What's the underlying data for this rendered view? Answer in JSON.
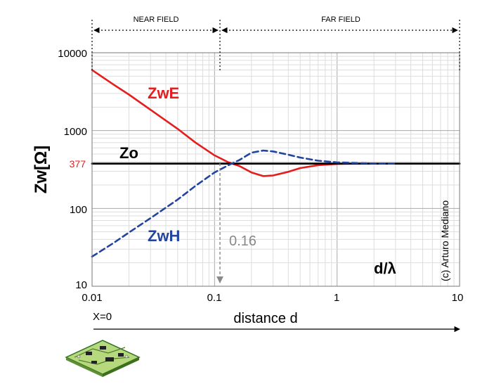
{
  "chart_data": {
    "type": "line",
    "x_scale": "log",
    "y_scale": "log",
    "xlim": [
      0.01,
      10
    ],
    "ylim": [
      10,
      10000
    ],
    "x_ticks": [
      "0.01",
      "0.1",
      "1",
      "10"
    ],
    "y_ticks": [
      "10",
      "100",
      "1000",
      "10000"
    ],
    "ylabel": "Zw[Ω]",
    "xlabel": "distance d",
    "x_origin_label": "X=0",
    "axis_annotation": "d/λ",
    "y_marker": {
      "label": "377",
      "value": 377,
      "color": "#e41e1e"
    },
    "regions": [
      {
        "label": "NEAR FIELD",
        "from": 0.01,
        "to": 0.16
      },
      {
        "label": "FAR FIELD",
        "from": 0.16,
        "to": 10
      }
    ],
    "vline": {
      "x": 0.16,
      "label": "0.16"
    },
    "credit": "(c) Arturo Mediano",
    "grid": true,
    "series": [
      {
        "name": "ZwE",
        "color": "#e41e1e",
        "dash": "solid",
        "points": [
          [
            0.01,
            6000
          ],
          [
            0.015,
            3900
          ],
          [
            0.02,
            2900
          ],
          [
            0.03,
            1850
          ],
          [
            0.05,
            1050
          ],
          [
            0.07,
            700
          ],
          [
            0.1,
            480
          ],
          [
            0.13,
            390
          ],
          [
            0.16,
            350
          ],
          [
            0.2,
            290
          ],
          [
            0.25,
            260
          ],
          [
            0.3,
            265
          ],
          [
            0.4,
            295
          ],
          [
            0.5,
            330
          ],
          [
            0.7,
            360
          ],
          [
            1,
            373
          ],
          [
            1.5,
            377
          ],
          [
            2,
            377
          ]
        ]
      },
      {
        "name": "Zo",
        "color": "#000000",
        "dash": "solid",
        "points": [
          [
            0.01,
            377
          ],
          [
            10,
            377
          ]
        ]
      },
      {
        "name": "ZwH",
        "color": "#2244a0",
        "dash": "dashed",
        "points": [
          [
            0.01,
            24
          ],
          [
            0.015,
            36
          ],
          [
            0.02,
            49
          ],
          [
            0.03,
            75
          ],
          [
            0.05,
            130
          ],
          [
            0.07,
            195
          ],
          [
            0.1,
            290
          ],
          [
            0.13,
            360
          ],
          [
            0.16,
            420
          ],
          [
            0.2,
            520
          ],
          [
            0.25,
            555
          ],
          [
            0.3,
            540
          ],
          [
            0.4,
            490
          ],
          [
            0.5,
            450
          ],
          [
            0.7,
            410
          ],
          [
            1,
            390
          ],
          [
            1.5,
            381
          ],
          [
            2,
            378
          ],
          [
            3,
            377
          ]
        ]
      }
    ]
  }
}
